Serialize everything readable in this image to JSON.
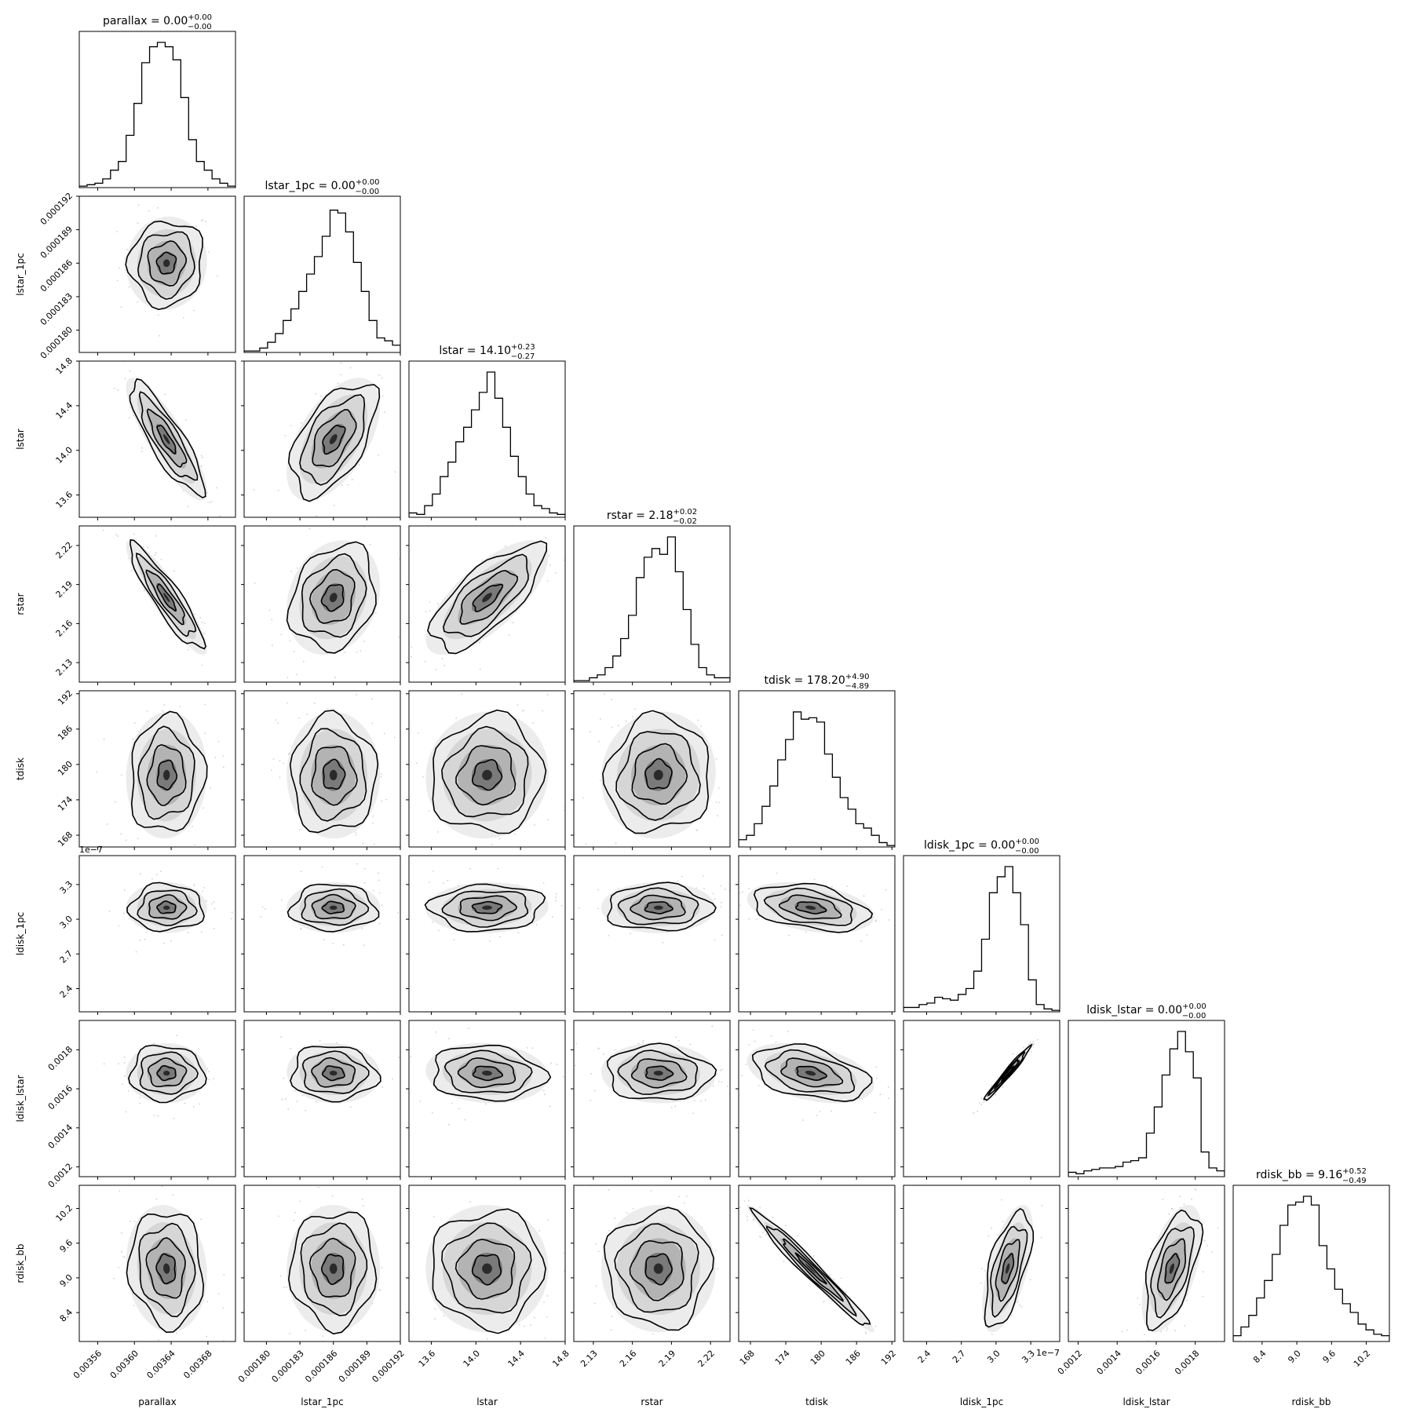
{
  "chart_data": {
    "type": "corner",
    "parameters": [
      {
        "name": "parallax",
        "label": "parallax",
        "title_value": "0.00",
        "title_plus": "+0.00",
        "title_minus": "−0.00",
        "range": [
          0.00354,
          0.00371
        ],
        "median": 0.003635,
        "sigma": 2e-05,
        "ticks": [
          {
            "v": 0.00356,
            "t": "0.00356"
          },
          {
            "v": 0.0036,
            "t": "0.00360"
          },
          {
            "v": 0.00364,
            "t": "0.00364"
          },
          {
            "v": 0.00368,
            "t": "0.00368"
          }
        ],
        "offset_text": ""
      },
      {
        "name": "lstar_1pc",
        "label": "lstar_1pc",
        "title_value": "0.00",
        "title_plus": "+0.00",
        "title_minus": "−0.00",
        "range": [
          0.000178,
          0.000192
        ],
        "median": 0.000186,
        "sigma": 1.9e-06,
        "ticks": [
          {
            "v": 0.00018,
            "t": "0.000180"
          },
          {
            "v": 0.000183,
            "t": "0.000183"
          },
          {
            "v": 0.000186,
            "t": "0.000186"
          },
          {
            "v": 0.000189,
            "t": "0.000189"
          },
          {
            "v": 0.000192,
            "t": "0.000192"
          }
        ],
        "offset_text": ""
      },
      {
        "name": "lstar",
        "label": "lstar",
        "title_value": "14.10",
        "title_plus": "+0.23",
        "title_minus": "−0.27",
        "range": [
          13.4,
          14.8
        ],
        "median": 14.1,
        "sigma": 0.25,
        "ticks": [
          {
            "v": 13.6,
            "t": "13.6"
          },
          {
            "v": 14.0,
            "t": "14.0"
          },
          {
            "v": 14.4,
            "t": "14.4"
          },
          {
            "v": 14.8,
            "t": "14.8"
          }
        ],
        "offset_text": ""
      },
      {
        "name": "rstar",
        "label": "rstar",
        "title_value": "2.18",
        "title_plus": "+0.02",
        "title_minus": "−0.02",
        "range": [
          2.115,
          2.235
        ],
        "median": 2.18,
        "sigma": 0.02,
        "ticks": [
          {
            "v": 2.13,
            "t": "2.13"
          },
          {
            "v": 2.16,
            "t": "2.16"
          },
          {
            "v": 2.19,
            "t": "2.19"
          },
          {
            "v": 2.22,
            "t": "2.22"
          }
        ],
        "offset_text": ""
      },
      {
        "name": "tdisk",
        "label": "tdisk",
        "title_value": "178.20",
        "title_plus": "+4.90",
        "title_minus": "−4.89",
        "range": [
          166,
          192.5
        ],
        "median": 178.2,
        "sigma": 4.9,
        "ticks": [
          {
            "v": 168,
            "t": "168"
          },
          {
            "v": 174,
            "t": "174"
          },
          {
            "v": 180,
            "t": "180"
          },
          {
            "v": 186,
            "t": "186"
          },
          {
            "v": 192,
            "t": "192"
          }
        ],
        "offset_text": ""
      },
      {
        "name": "ldisk_1pc",
        "label": "ldisk_1pc",
        "title_value": "0.00",
        "title_plus": "+0.00",
        "title_minus": "−0.00",
        "range": [
          2.2,
          3.55
        ],
        "median": 3.1,
        "sigma": 0.1,
        "ticks": [
          {
            "v": 2.4,
            "t": "2.4"
          },
          {
            "v": 2.7,
            "t": "2.7"
          },
          {
            "v": 3.0,
            "t": "3.0"
          },
          {
            "v": 3.3,
            "t": "3.3"
          }
        ],
        "offset_text": "1e−7"
      },
      {
        "name": "ldisk_lstar",
        "label": "ldisk_lstar",
        "title_value": "0.00",
        "title_plus": "+0.00",
        "title_minus": "−0.00",
        "range": [
          0.00115,
          0.00195
        ],
        "median": 0.00168,
        "sigma": 7e-05,
        "ticks": [
          {
            "v": 0.0012,
            "t": "0.0012"
          },
          {
            "v": 0.0014,
            "t": "0.0014"
          },
          {
            "v": 0.0016,
            "t": "0.0016"
          },
          {
            "v": 0.0018,
            "t": "0.0018"
          }
        ],
        "offset_text": ""
      },
      {
        "name": "rdisk_bb",
        "label": "rdisk_bb",
        "title_value": "9.16",
        "title_plus": "+0.52",
        "title_minus": "−0.49",
        "range": [
          7.9,
          10.6
        ],
        "median": 9.16,
        "sigma": 0.5,
        "ticks": [
          {
            "v": 8.4,
            "t": "8.4"
          },
          {
            "v": 9.0,
            "t": "9.0"
          },
          {
            "v": 9.6,
            "t": "9.6"
          },
          {
            "v": 10.2,
            "t": "10.2"
          }
        ],
        "offset_text": ""
      }
    ],
    "histograms": [
      [
        0.01,
        0.02,
        0.03,
        0.06,
        0.12,
        0.18,
        0.36,
        0.58,
        0.86,
        0.97,
        1.0,
        0.97,
        0.88,
        0.62,
        0.33,
        0.18,
        0.12,
        0.06,
        0.03,
        0.01
      ],
      [
        0.01,
        0.01,
        0.03,
        0.07,
        0.13,
        0.22,
        0.3,
        0.42,
        0.54,
        0.66,
        0.8,
        0.98,
        0.96,
        0.83,
        0.62,
        0.42,
        0.22,
        0.1,
        0.08,
        0.05
      ],
      [
        0.03,
        0.02,
        0.08,
        0.16,
        0.28,
        0.38,
        0.52,
        0.62,
        0.74,
        0.86,
        1.0,
        0.82,
        0.62,
        0.42,
        0.28,
        0.16,
        0.08,
        0.06,
        0.03,
        0.02
      ],
      [
        0.01,
        0.01,
        0.03,
        0.05,
        0.1,
        0.18,
        0.3,
        0.46,
        0.72,
        0.86,
        0.92,
        0.88,
        1.0,
        0.76,
        0.5,
        0.26,
        0.1,
        0.05,
        0.03,
        0.03
      ],
      [
        0.05,
        0.08,
        0.16,
        0.28,
        0.42,
        0.6,
        0.74,
        0.93,
        0.88,
        0.89,
        0.86,
        0.64,
        0.48,
        0.34,
        0.26,
        0.16,
        0.13,
        0.08,
        0.03,
        0.01
      ],
      [
        0.03,
        0.03,
        0.05,
        0.06,
        0.1,
        0.09,
        0.08,
        0.12,
        0.16,
        0.28,
        0.5,
        0.82,
        0.93,
        1.0,
        0.82,
        0.6,
        0.22,
        0.05,
        0.02,
        0.01
      ],
      [
        0.03,
        0.02,
        0.04,
        0.05,
        0.06,
        0.06,
        0.07,
        0.1,
        0.11,
        0.13,
        0.3,
        0.48,
        0.7,
        0.88,
        1.0,
        0.86,
        0.68,
        0.17,
        0.06,
        0.04
      ],
      [
        0.04,
        0.1,
        0.18,
        0.3,
        0.42,
        0.6,
        0.8,
        0.94,
        0.96,
        1.0,
        0.94,
        0.66,
        0.5,
        0.36,
        0.26,
        0.2,
        0.12,
        0.08,
        0.05,
        0.04
      ]
    ],
    "correlations": {
      "1-0": 0.05,
      "2-0": -0.85,
      "2-1": 0.55,
      "3-0": -0.9,
      "3-1": 0.2,
      "3-2": 0.72,
      "4-0": 0.05,
      "4-1": 0.0,
      "4-2": 0.05,
      "4-3": 0.05,
      "5-0": 0.0,
      "5-1": 0.0,
      "5-2": 0.05,
      "5-3": 0.0,
      "5-4": -0.35,
      "6-0": 0.0,
      "6-1": -0.05,
      "6-2": -0.1,
      "6-3": -0.05,
      "6-4": -0.4,
      "6-5": 0.98,
      "7-0": -0.1,
      "7-1": 0.0,
      "7-2": 0.0,
      "7-3": 0.0,
      "7-4": -0.98,
      "7-5": 0.6,
      "7-6": 0.55
    }
  }
}
